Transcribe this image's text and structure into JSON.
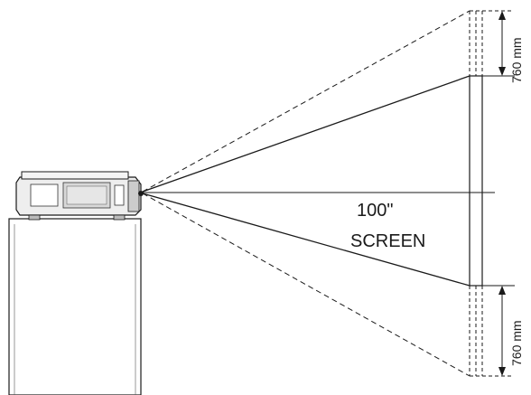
{
  "screen": {
    "size_label": "100\"",
    "name_label": "SCREEN"
  },
  "dimensions": {
    "top_offset_label": "760 mm",
    "bottom_offset_label": "760 mm"
  },
  "colors": {
    "line": "#1a1a1a",
    "projector_fill": "#e8e8e8",
    "stand_fill": "#ffffff"
  }
}
